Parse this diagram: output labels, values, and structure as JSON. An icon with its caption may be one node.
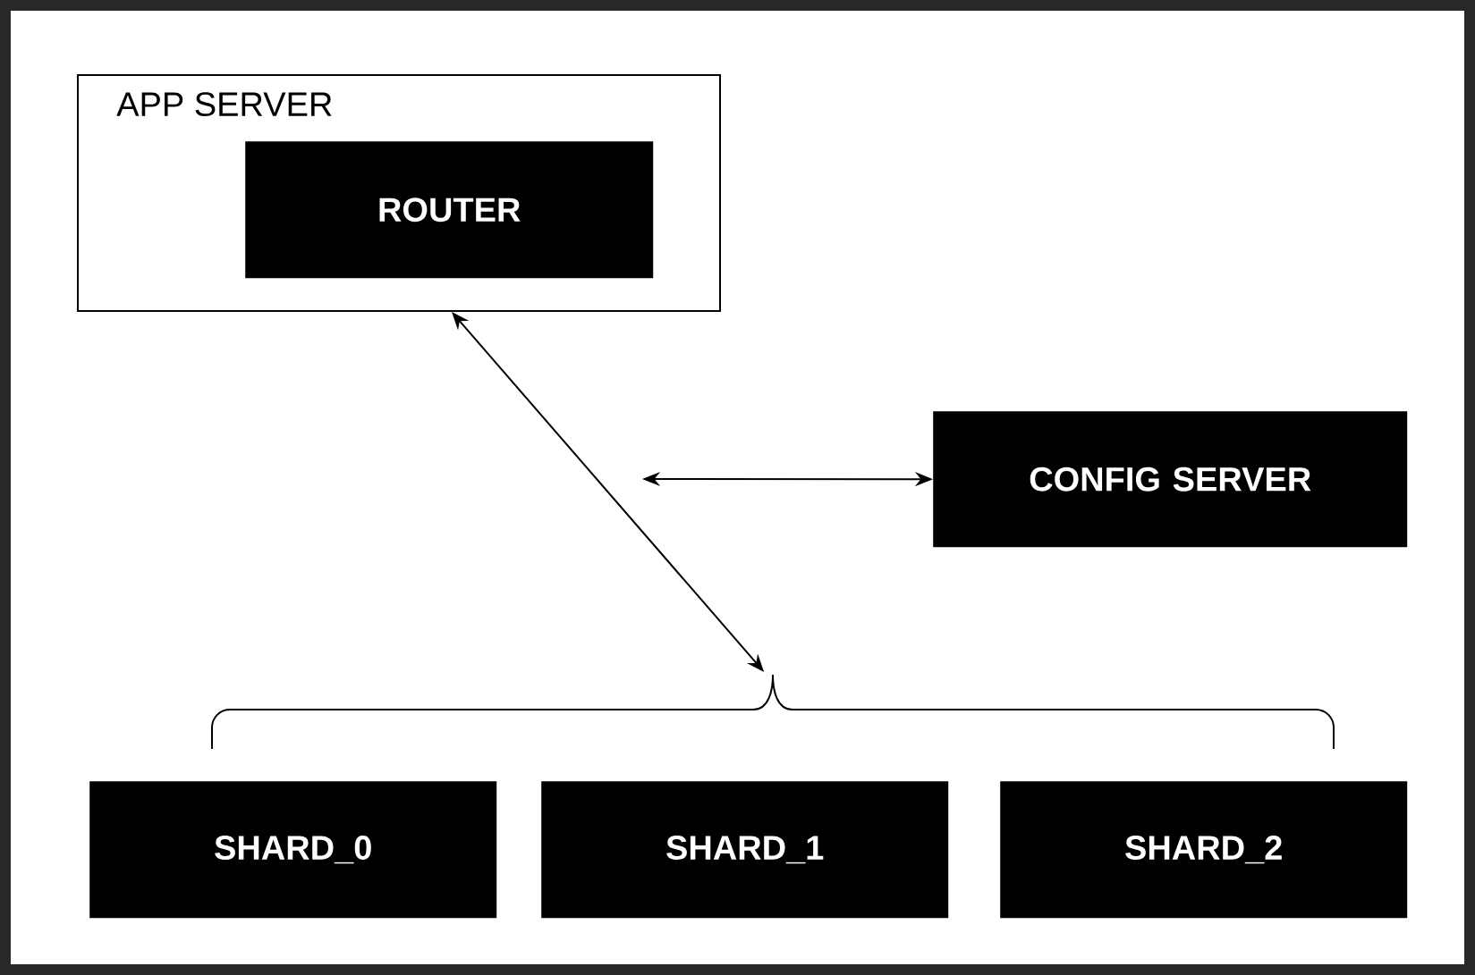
{
  "diagram": {
    "nodes": [
      {
        "text": [
          "APP SERVER"
        ]
      },
      {
        "text": [
          "ROUTER"
        ],
        "in": 0
      },
      {
        "text": [
          "CONFIG SERVER"
        ]
      },
      {
        "text": [],
        "shape": "brace"
      },
      {
        "text": [
          "SHARD_0"
        ]
      },
      {
        "text": [
          "SHARD_1"
        ]
      },
      {
        "text": [
          "SHARD_2"
        ]
      }
    ],
    "edges": [
      {
        "from": 0,
        "to": 3,
        "arrow": "both"
      },
      {
        "from": null,
        "to": 2,
        "arrow": "both"
      }
    ]
  }
}
